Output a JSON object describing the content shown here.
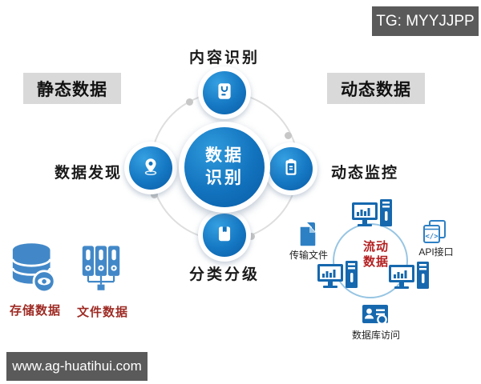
{
  "badges": {
    "tg": "TG: MYYJJPP",
    "website": "www.ag-huatihui.com"
  },
  "hub": {
    "line1": "数据",
    "line2": "识别"
  },
  "nodes": {
    "top": {
      "label": "内容识别",
      "icon": "card-icon"
    },
    "left": {
      "label": "数据发现",
      "icon": "location-pin-icon"
    },
    "right": {
      "label": "动态监控",
      "icon": "clipboard-icon"
    },
    "bottom": {
      "label": "分类分级",
      "icon": "bookmark-icon"
    }
  },
  "side_labels": {
    "left": "静态数据",
    "right": "动态数据"
  },
  "static_group": {
    "storage_label": "存储数据",
    "file_label": "文件数据"
  },
  "flow_group": {
    "center_line1": "流动",
    "center_line2": "数据",
    "transfer_label": "传输文件",
    "api_label": "API接口",
    "db_label": "数据库访问"
  },
  "colors": {
    "node_blue_dark": "#0b5ca6",
    "node_blue_light": "#2f9bdd",
    "icon_blue": "#4288c8",
    "computer_blue": "#1668ae",
    "flow_circle_blue": "#97c5e3",
    "ring_gray": "#dedede",
    "side_box_bg": "#d9d9d9",
    "badge_bg": "#5a5a5a",
    "red_static": "#9e2b24",
    "red_flow": "#b41f20"
  }
}
